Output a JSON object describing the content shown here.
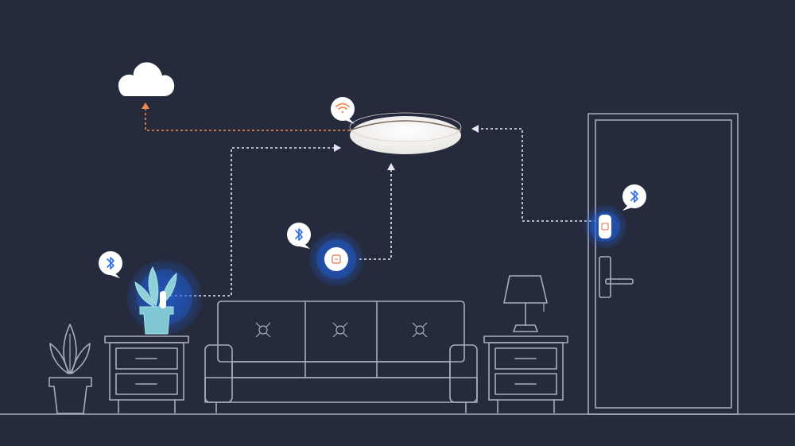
{
  "scene": {
    "background": "#262a3d",
    "outline_color": "#a9adbc",
    "ble_link_color": "#e6e8f0",
    "wifi_link_color": "#f08a4b",
    "glow_color": "#1f5fd6"
  },
  "devices": {
    "cloud": {
      "icon": "cloud-icon"
    },
    "ceiling_light": {
      "icon": "ceiling-light-icon",
      "badge_icon": "wifi-icon"
    },
    "plant_sensor": {
      "icon": "plant-sensor-icon",
      "badge_icon": "bluetooth-icon"
    },
    "wall_switch": {
      "icon": "wireless-switch-icon",
      "badge_icon": "bluetooth-icon"
    },
    "door_sensor": {
      "icon": "door-sensor-icon",
      "badge_icon": "bluetooth-icon"
    }
  },
  "links": [
    {
      "from": "ceiling_light",
      "to": "cloud",
      "type": "wifi"
    },
    {
      "from": "plant_sensor",
      "to": "ceiling_light",
      "type": "bluetooth"
    },
    {
      "from": "wall_switch",
      "to": "ceiling_light",
      "type": "bluetooth"
    },
    {
      "from": "door_sensor",
      "to": "ceiling_light",
      "type": "bluetooth"
    }
  ]
}
